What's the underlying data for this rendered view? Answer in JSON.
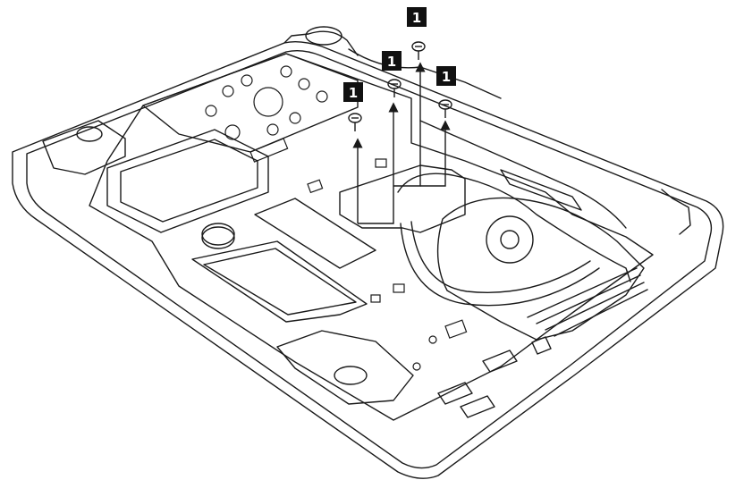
{
  "diagram": {
    "callouts": [
      {
        "label": "1",
        "target": "screw"
      },
      {
        "label": "1",
        "target": "screw"
      },
      {
        "label": "1",
        "target": "screw"
      },
      {
        "label": "1",
        "target": "screw"
      }
    ],
    "colors": {
      "line": "#1a1a1a",
      "callout_bg": "#111111",
      "callout_text": "#ffffff",
      "paper": "#ffffff"
    },
    "icons": [
      "screw-icon",
      "removal-arrow",
      "cooling-fan",
      "heat-pipe"
    ]
  }
}
